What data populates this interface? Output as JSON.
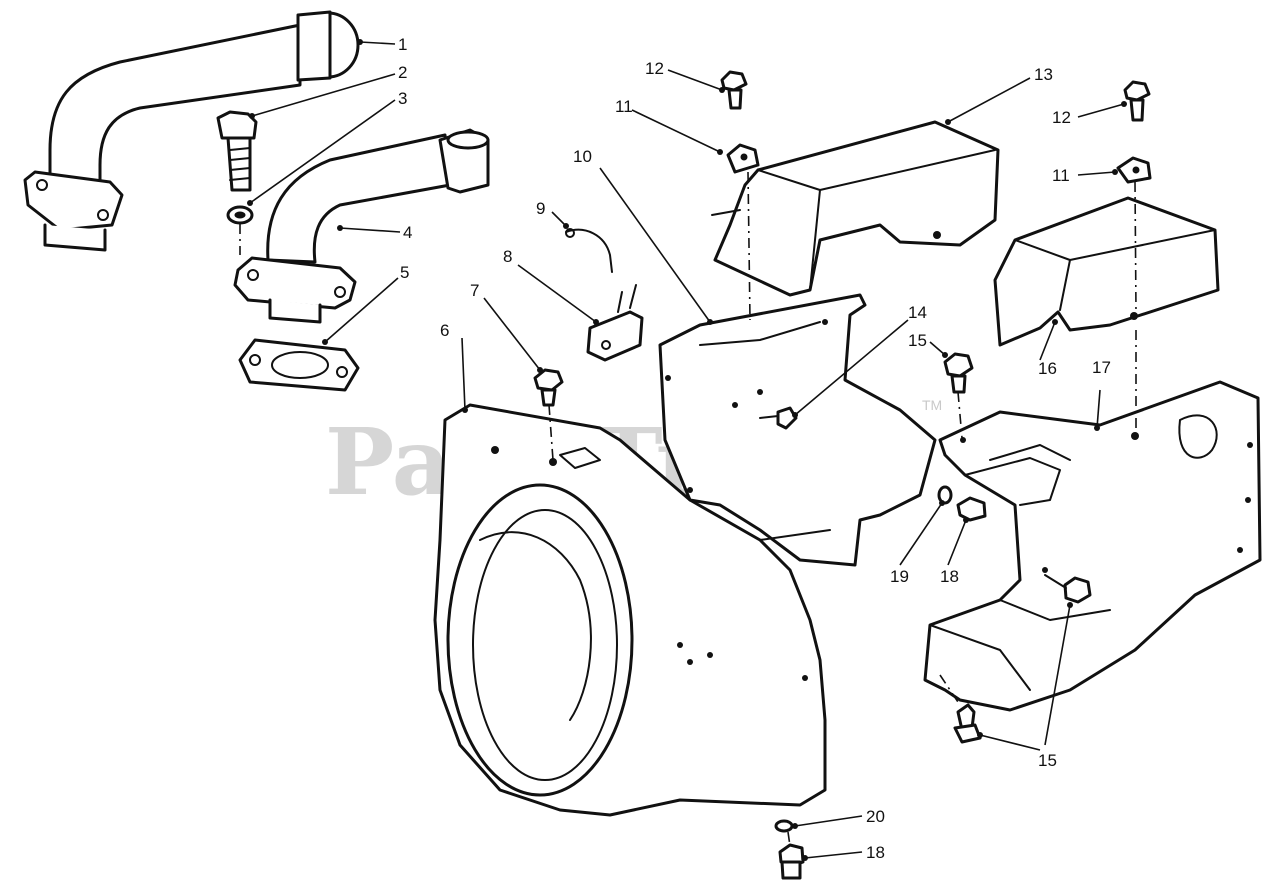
{
  "watermark": {
    "text": "PartsTree",
    "tm": "TM"
  },
  "callouts": {
    "c1": "1",
    "c2": "2",
    "c3": "3",
    "c4": "4",
    "c5": "5",
    "c6": "6",
    "c7": "7",
    "c8": "8",
    "c9": "9",
    "c10": "10",
    "c11a": "11",
    "c11b": "11",
    "c12a": "12",
    "c12b": "12",
    "c13": "13",
    "c14": "14",
    "c15a": "15",
    "c15b": "15",
    "c16": "16",
    "c17": "17",
    "c18a": "18",
    "c18b": "18",
    "c19": "19",
    "c20": "20"
  }
}
